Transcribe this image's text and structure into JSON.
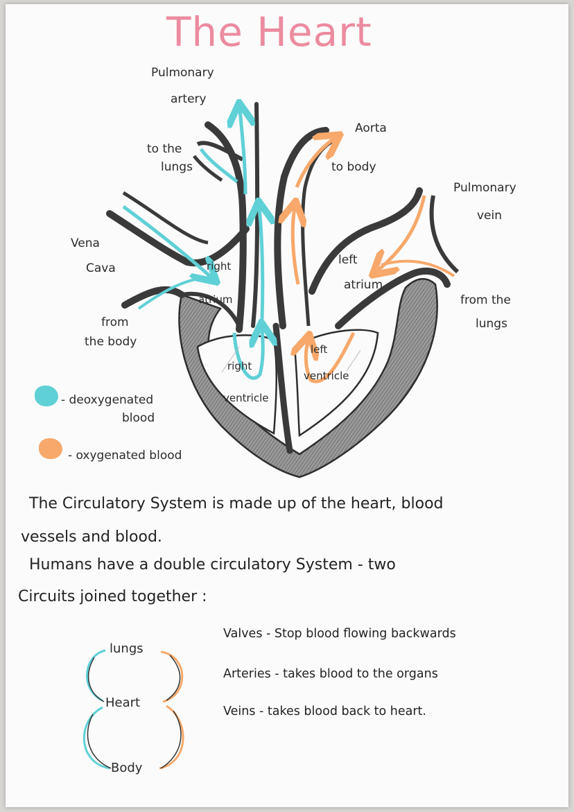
{
  "title": "The Heart",
  "labels": {
    "pulmonary_artery_1": "Pulmonary",
    "pulmonary_artery_2": "artery",
    "aorta": "Aorta",
    "to_the_lungs_1": "to the",
    "to_the_lungs_2": "lungs",
    "to_body": "to body",
    "pulmonary_vein_1": "Pulmonary",
    "pulmonary_vein_2": "vein",
    "vena_cava_1": "Vena",
    "vena_cava_2": "Cava",
    "right_atrium_1": "right",
    "right_atrium_2": "atrium",
    "left_atrium_1": "left",
    "left_atrium_2": "atrium",
    "from_the_lungs_1": "from the",
    "from_the_lungs_2": "lungs",
    "from_the_body_1": "from",
    "from_the_body_2": "the body",
    "right_ventricle_1": "right",
    "right_ventricle_2": "ventricle",
    "left_ventricle_1": "left",
    "left_ventricle_2": "ventricle"
  },
  "legend": {
    "deoxygenated_1": "- deoxygenated",
    "deoxygenated_2": "blood",
    "oxygenated": "- oxygenated blood",
    "deoxygenated_color": "#5fd0d6",
    "oxygenated_color": "#f7a86a"
  },
  "paragraphs": {
    "p1_line1": "The Circulatory System is made up of the heart, blood",
    "p1_line2": "vessels and blood.",
    "p2_line1": "Humans have a double circulatory System - two",
    "p2_line2": "Circuits joined together :"
  },
  "circuit": {
    "lungs": "lungs",
    "heart": "Heart",
    "body": "Body"
  },
  "facts": [
    "Valves - Stop blood flowing backwards",
    "Arteries - takes blood to the organs",
    "Veins - takes blood back to heart."
  ],
  "colors": {
    "title": "#ec8b9f",
    "deoxygenated": "#5fd0d6",
    "oxygenated": "#f7a86a",
    "shading": "#8a8a8a"
  }
}
